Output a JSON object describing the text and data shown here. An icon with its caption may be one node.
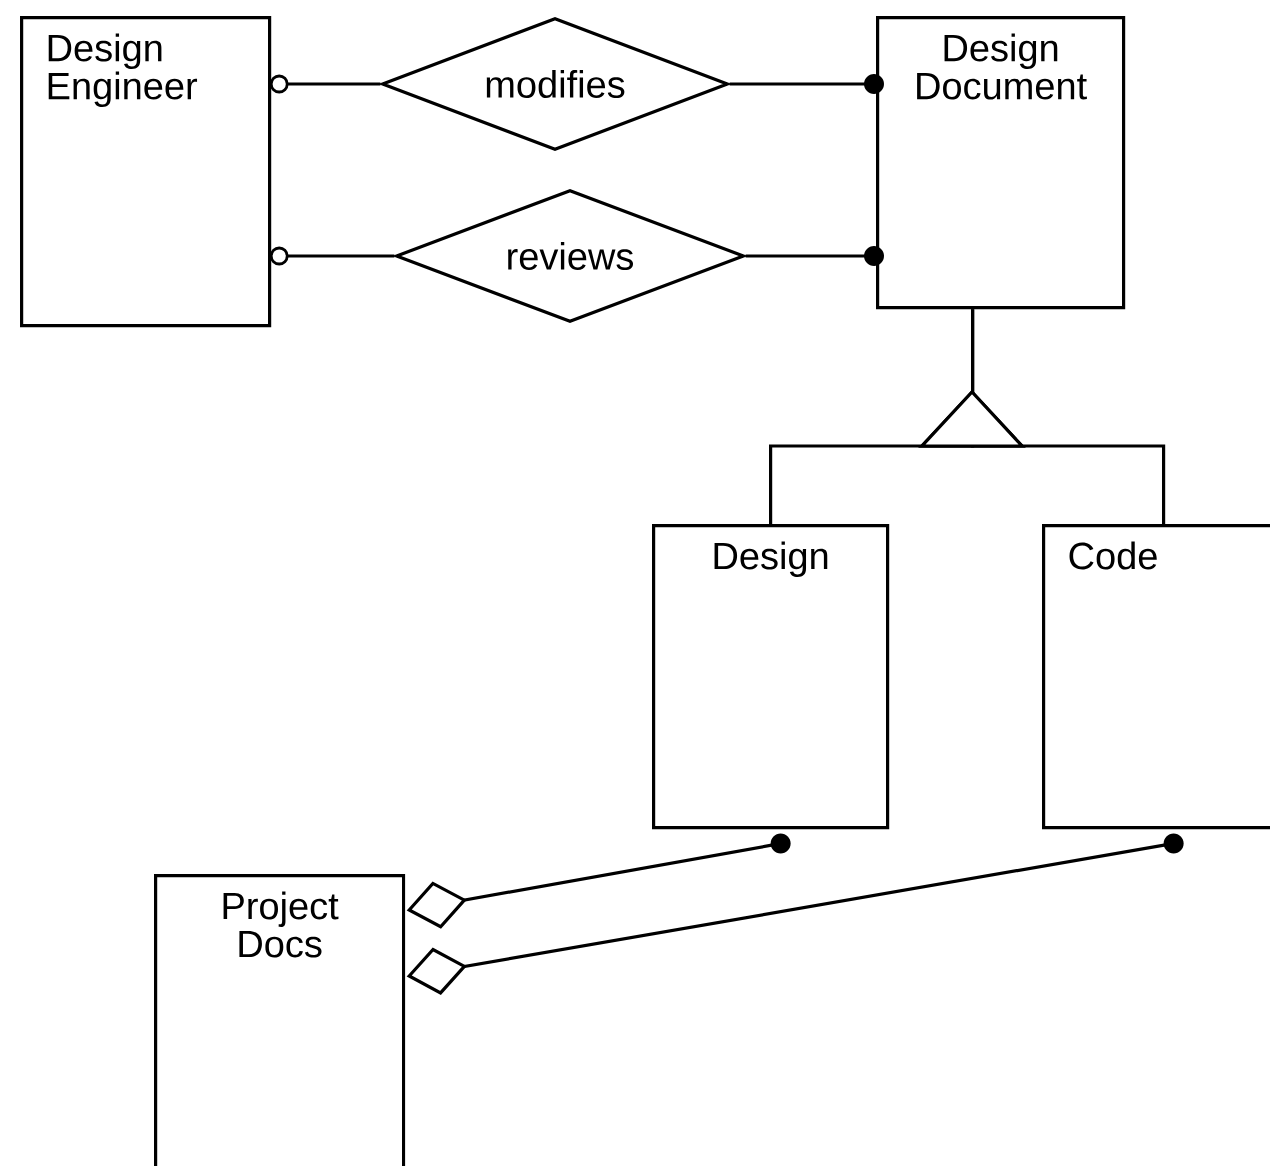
{
  "diagram": {
    "nodes": [
      {
        "text": [
          "Design Engineer"
        ]
      },
      {
        "text": [
          "modifies"
        ]
      },
      {
        "text": [
          "reviews"
        ]
      },
      {
        "text": [
          "Design Document"
        ]
      },
      {
        "text": [
          "Design"
        ]
      },
      {
        "text": [
          "Code"
        ]
      },
      {
        "text": [
          "Project Docs"
        ]
      }
    ],
    "edges": [
      {
        "from": 0,
        "to": 1,
        "arrow": "other"
      },
      {
        "from": 1,
        "to": 3,
        "arrow": "other"
      },
      {
        "from": 0,
        "to": 2,
        "arrow": "other"
      },
      {
        "from": 2,
        "to": 3,
        "arrow": "other"
      },
      {
        "from": 4,
        "to": 3,
        "arrow": "to"
      },
      {
        "from": 5,
        "to": 3,
        "arrow": "to"
      },
      {
        "from": 6,
        "to": 4,
        "arrow": "other"
      },
      {
        "from": 6,
        "to": 5,
        "arrow": "other"
      }
    ]
  }
}
